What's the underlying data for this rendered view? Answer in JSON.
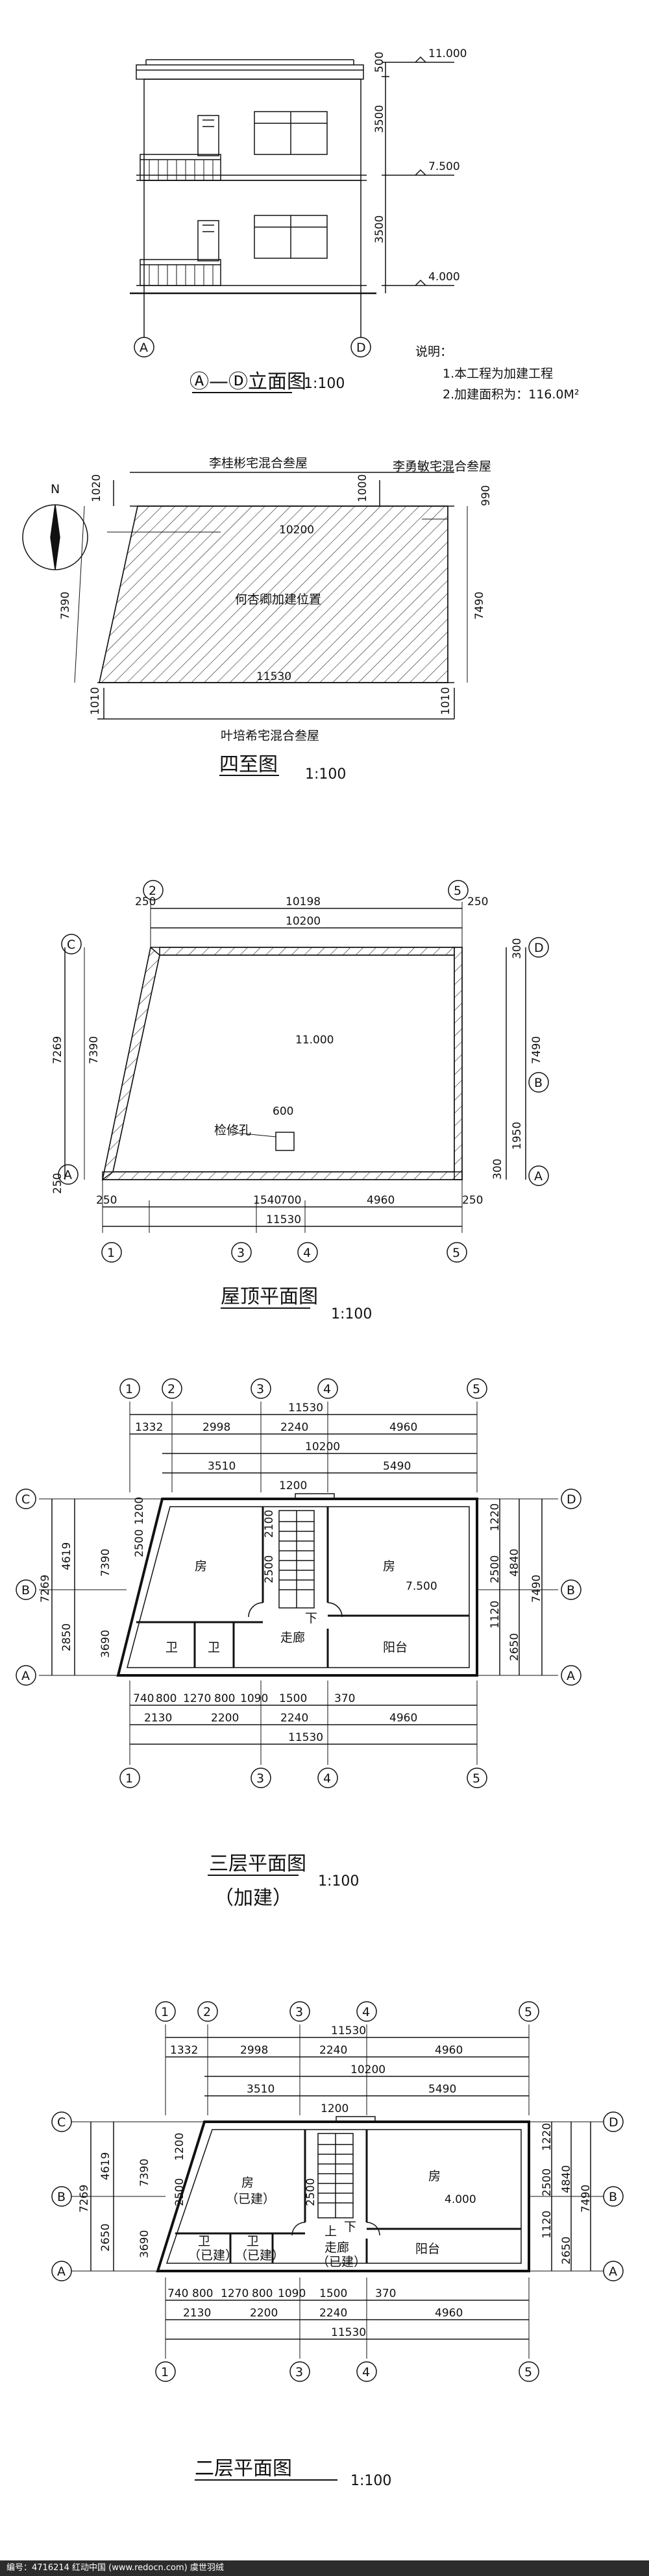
{
  "elevation": {
    "title": "Ⓐ—Ⓓ立面图",
    "scale": "1:100",
    "levels": [
      "11.000",
      "7.500",
      "4.000"
    ],
    "dims": [
      "500",
      "3500",
      "3500"
    ],
    "axes": [
      "A",
      "D"
    ]
  },
  "notes": {
    "heading": "说明：",
    "line1": "1.本工程为加建工程",
    "line2": "2.加建面积为：116.0M²"
  },
  "site": {
    "title": "四至图",
    "scale": "1:100",
    "north": "N",
    "neighbor_top_left": "李桂彬宅混合叁屋",
    "neighbor_top_right": "李勇敏宅混合叁屋",
    "neighbor_bottom": "叶培希宅混合叁屋",
    "center_label": "何杏卿加建位置",
    "dims": {
      "top_left_gap": "1020",
      "top_right_gap": "1000",
      "top_width": "10200",
      "left_length": "7390",
      "right_length": "7490",
      "bottom_width": "11530",
      "bottom_left_gap": "1010",
      "bottom_right_gap": "1010",
      "right_top_small": "990"
    }
  },
  "roof": {
    "title": "屋顶平面图",
    "scale": "1:100",
    "level": "11.000",
    "hatch_label": "检修孔",
    "hatch_size": "600",
    "dims_top": [
      "250",
      "10198",
      "250",
      "10200"
    ],
    "dims_left": [
      "7269",
      "7390",
      "250"
    ],
    "dims_right": [
      "300",
      "7490",
      "1950",
      "300"
    ],
    "dims_bottom": [
      "250",
      "1540",
      "700",
      "4960",
      "250",
      "11530"
    ],
    "axes_top": [
      "2",
      "5"
    ],
    "axes_bottom": [
      "1",
      "3",
      "4",
      "5"
    ],
    "axes_side": [
      "C",
      "A",
      "D",
      "B",
      "A"
    ]
  },
  "floor3": {
    "title": "三层平面图",
    "subtitle": "（加建）",
    "scale": "1:100",
    "level": "7.500",
    "rooms": {
      "room_left": "房",
      "room_right": "房",
      "corridor": "走廊",
      "bath1": "卫",
      "bath2": "卫",
      "balcony": "阳台",
      "stair": "下"
    },
    "dims_top_row1": [
      "1332",
      "2998",
      "2240",
      "4960"
    ],
    "dims_top_total": "11530",
    "dims_top_row2": "10200",
    "dims_top_row3": [
      "3510",
      "1200",
      "5490"
    ],
    "dims_left": [
      "4619",
      "7269",
      "2850",
      "7390",
      "3690",
      "2500",
      "1200"
    ],
    "dims_right": [
      "1220",
      "2500",
      "1120",
      "4840",
      "7490",
      "2650"
    ],
    "dims_mid": [
      "2100",
      "2500"
    ],
    "dims_bottom_row1": [
      "740",
      "800",
      "1270",
      "800",
      "1090",
      "1500",
      "370"
    ],
    "dims_bottom_row2": [
      "2130",
      "2200",
      "2240",
      "4960"
    ],
    "dims_bottom_total": "11530",
    "axes_top": [
      "1",
      "2",
      "3",
      "4",
      "5"
    ],
    "axes_bottom": [
      "1",
      "3",
      "4",
      "5"
    ],
    "axes_side": [
      "C",
      "B",
      "A",
      "D",
      "B",
      "A"
    ]
  },
  "floor2": {
    "title": "二层平面图",
    "scale": "1:100",
    "level": "4.000",
    "rooms": {
      "room_left": "房",
      "room_left_note": "（已建）",
      "room_right": "房",
      "corridor": "走廊",
      "corridor_note": "（已建）",
      "bath1": "卫",
      "bath1_note": "（已建）",
      "bath2": "卫",
      "bath2_note": "（已建）",
      "balcony": "阳台",
      "stair_up": "上",
      "stair_down": "下"
    },
    "dims_top_row1": [
      "1332",
      "2998",
      "2240",
      "4960"
    ],
    "dims_top_total": "11530",
    "dims_top_row2": "10200",
    "dims_top_row3": [
      "3510",
      "1200",
      "5490"
    ],
    "dims_left": [
      "4619",
      "7269",
      "2650",
      "7390",
      "3690",
      "2500",
      "1200"
    ],
    "dims_right": [
      "1220",
      "2500",
      "1120",
      "4840",
      "7490",
      "2650"
    ],
    "dims_mid": [
      "2500"
    ],
    "dims_bottom_row1": [
      "740",
      "800",
      "1270",
      "800",
      "1090",
      "1500",
      "370"
    ],
    "dims_bottom_row2": [
      "2130",
      "2200",
      "2240",
      "4960"
    ],
    "dims_bottom_total": "11530",
    "axes_top": [
      "1",
      "2",
      "3",
      "4",
      "5"
    ],
    "axes_bottom": [
      "1",
      "3",
      "4",
      "5"
    ],
    "axes_side": [
      "C",
      "B",
      "A",
      "D",
      "B",
      "A"
    ]
  },
  "footer": {
    "text": "编号：4716214    红动中国 (www.redocn.com)    虞世羽绒"
  }
}
